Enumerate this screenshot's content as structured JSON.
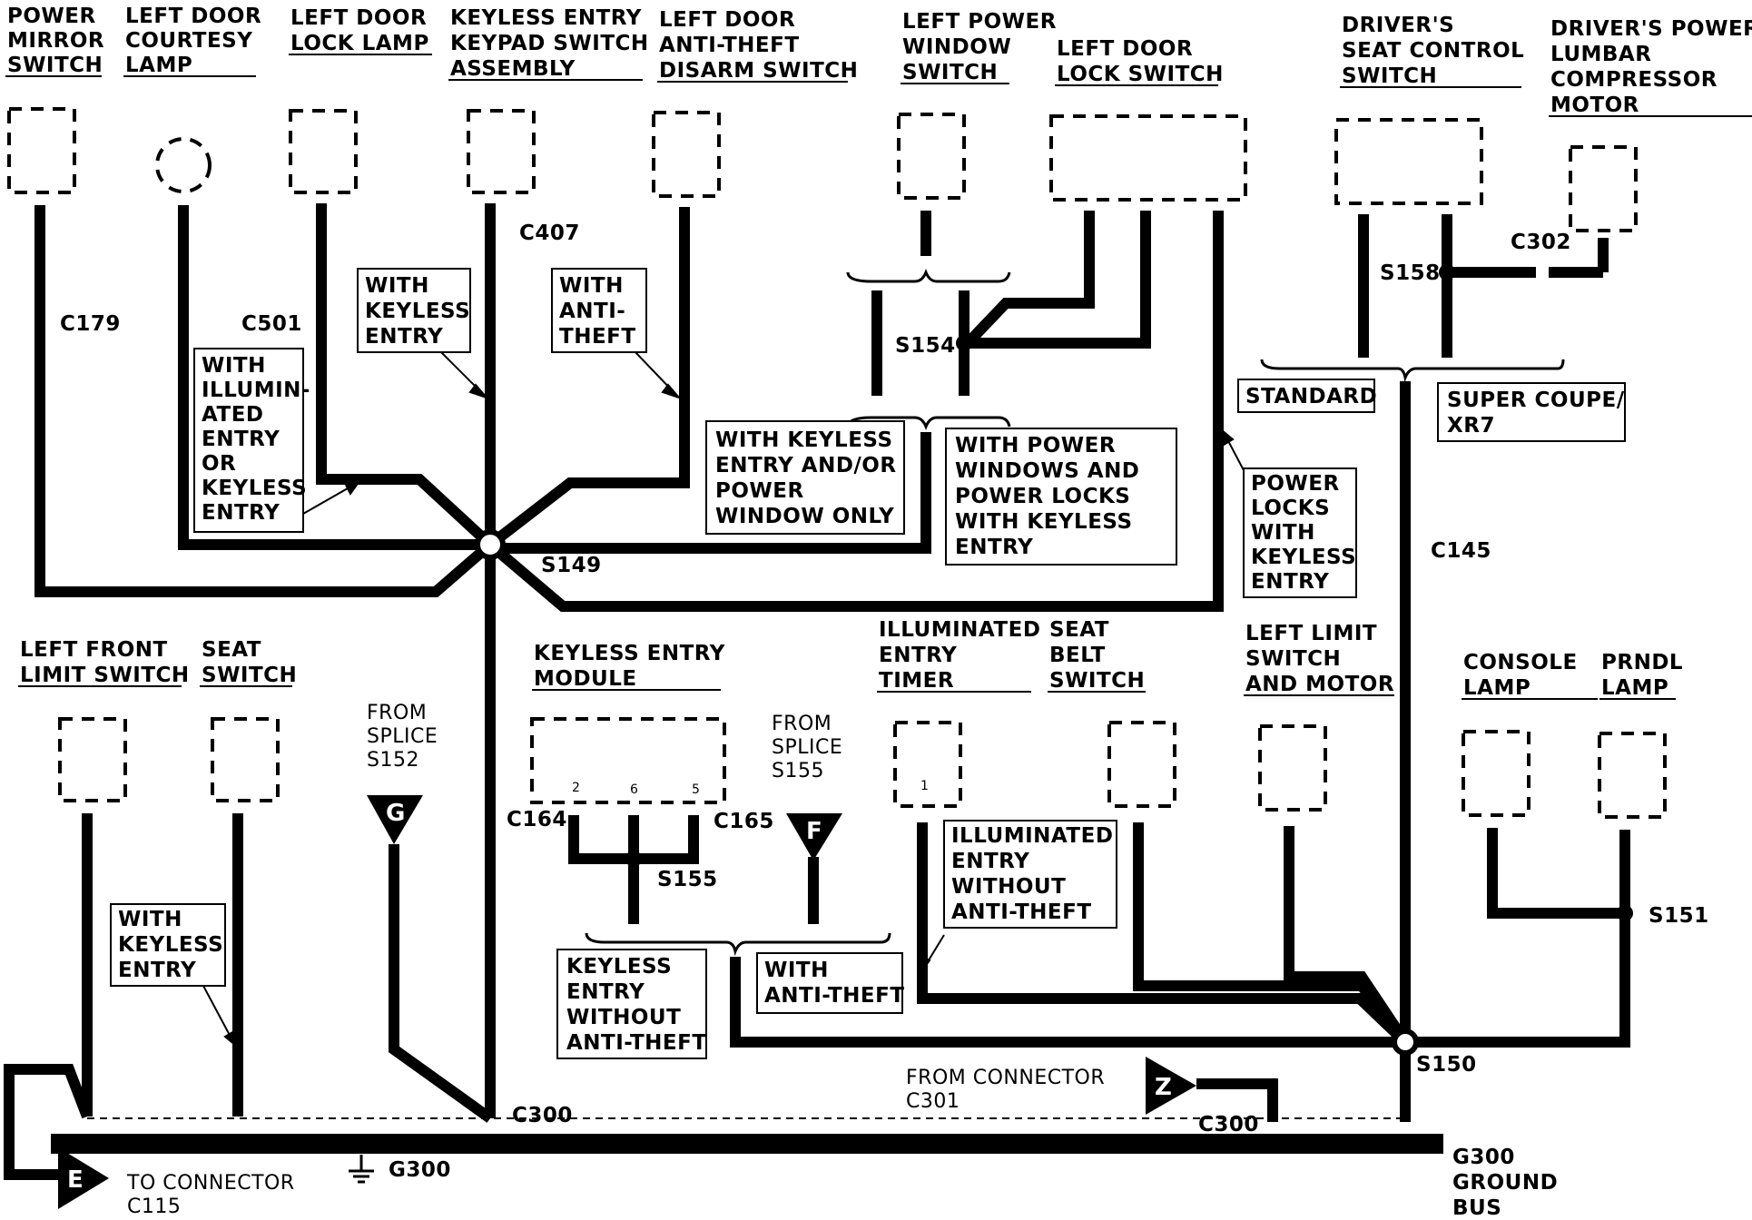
{
  "components": {
    "power_mirror_switch": [
      "POWER",
      "MIRROR",
      "SWITCH"
    ],
    "left_door_courtesy_lamp": [
      "LEFT DOOR",
      "COURTESY",
      "LAMP"
    ],
    "left_door_lock_lamp": [
      "LEFT DOOR",
      "LOCK LAMP"
    ],
    "keyless_entry_keypad": [
      "KEYLESS ENTRY",
      "KEYPAD SWITCH",
      "ASSEMBLY"
    ],
    "left_door_antitheft_disarm": [
      "LEFT DOOR",
      "ANTI-THEFT",
      "DISARM SWITCH"
    ],
    "left_power_window_switch": [
      "LEFT POWER",
      "WINDOW",
      "SWITCH"
    ],
    "left_door_lock_switch": [
      "LEFT DOOR",
      "LOCK SWITCH"
    ],
    "drivers_seat_control": [
      "DRIVER'S",
      "SEAT CONTROL",
      "SWITCH"
    ],
    "drivers_power_lumbar": [
      "DRIVER'S POWER",
      "LUMBAR",
      "COMPRESSOR",
      "MOTOR"
    ],
    "left_front_limit_switch": [
      "LEFT FRONT",
      "LIMIT SWITCH"
    ],
    "seat_switch": [
      "SEAT",
      "SWITCH"
    ],
    "keyless_entry_module": [
      "KEYLESS ENTRY",
      "MODULE"
    ],
    "illuminated_entry_timer": [
      "ILLUMINATED",
      "ENTRY",
      "TIMER"
    ],
    "seat_belt_switch": [
      "SEAT",
      "BELT",
      "SWITCH"
    ],
    "left_limit_switch_motor": [
      "LEFT LIMIT",
      "SWITCH",
      "AND MOTOR"
    ],
    "console_lamp": [
      "CONSOLE",
      "LAMP"
    ],
    "prndl_lamp": [
      "PRNDL",
      "LAMP"
    ]
  },
  "connectors": {
    "c179": "C179",
    "c501": "C501",
    "c407": "C407",
    "c302": "C302",
    "c145": "C145",
    "c164": "C164",
    "c165": "C165",
    "c300_left": "C300",
    "c300_right": "C300"
  },
  "splices": {
    "s149": "S149",
    "s154": "S154",
    "s158": "S158",
    "s155": "S155",
    "s150": "S150",
    "s151": "S151"
  },
  "notes": {
    "with_illuminated_entry": [
      "WITH",
      "ILLUMIN-",
      "ATED",
      "ENTRY",
      "OR",
      "KEYLESS",
      "ENTRY"
    ],
    "with_keyless_entry_top": [
      "WITH",
      "KEYLESS",
      "ENTRY"
    ],
    "with_anti_theft_top": [
      "WITH",
      "ANTI-",
      "THEFT"
    ],
    "with_keyless_or_power_window": [
      "WITH KEYLESS",
      "ENTRY AND/OR",
      "POWER",
      "WINDOW ONLY"
    ],
    "with_power_windows_locks": [
      "WITH POWER",
      "WINDOWS AND",
      "POWER LOCKS",
      "WITH KEYLESS",
      "ENTRY"
    ],
    "standard": "STANDARD",
    "super_coupe": [
      "SUPER COUPE/",
      "XR7"
    ],
    "power_locks_keyless": [
      "POWER",
      "LOCKS",
      "WITH",
      "KEYLESS",
      "ENTRY"
    ],
    "with_keyless_entry_bottom": [
      "WITH",
      "KEYLESS",
      "ENTRY"
    ],
    "keyless_without_antitheft": [
      "KEYLESS",
      "ENTRY",
      "WITHOUT",
      "ANTI-THEFT"
    ],
    "with_anti_theft_bottom": [
      "WITH",
      "ANTI-THEFT"
    ],
    "illuminated_without_antitheft": [
      "ILLUMINATED",
      "ENTRY",
      "WITHOUT",
      "ANTI-THEFT"
    ]
  },
  "references": {
    "from_splice_s152": [
      "FROM",
      "SPLICE",
      "S152"
    ],
    "from_splice_s155": [
      "FROM",
      "SPLICE",
      "S155"
    ],
    "from_connector_c301": [
      "FROM CONNECTOR",
      "C301"
    ],
    "to_connector_c115": [
      "TO CONNECTOR",
      "C115"
    ],
    "ground_g300": "G300",
    "ground_bus": [
      "G300",
      "GROUND",
      "BUS"
    ]
  },
  "markers": {
    "g": "G",
    "f": "F",
    "z": "Z",
    "e": "E"
  },
  "pins": {
    "p2": "2",
    "p6": "6",
    "p5": "5",
    "p1": "1"
  }
}
